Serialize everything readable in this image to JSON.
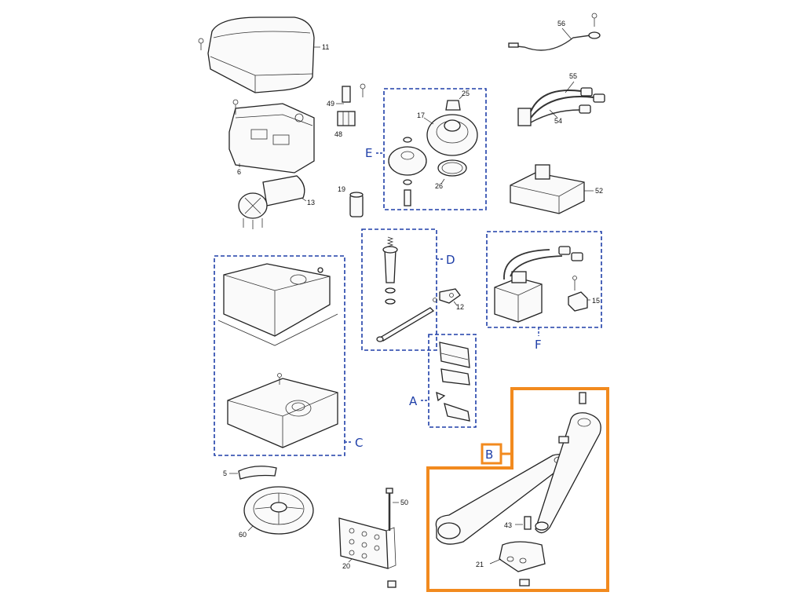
{
  "parts": {
    "p11": "11",
    "p56": "56",
    "p55": "55",
    "p54": "54",
    "p49": "49",
    "p48": "48",
    "p25": "25",
    "p17": "17",
    "p26": "26",
    "p6": "6",
    "p13": "13",
    "p19": "19",
    "p52": "52",
    "p12": "12",
    "p15": "15",
    "p5": "5",
    "p60": "60",
    "p50": "50",
    "p20": "20",
    "p43": "43",
    "p21": "21"
  },
  "groups": {
    "A": "A",
    "B": "B",
    "C": "C",
    "D": "D",
    "E": "E",
    "F": "F"
  },
  "colors": {
    "group_blue": "#1f3fa8",
    "highlight_orange": "#f28a1e",
    "line": "#222222"
  }
}
